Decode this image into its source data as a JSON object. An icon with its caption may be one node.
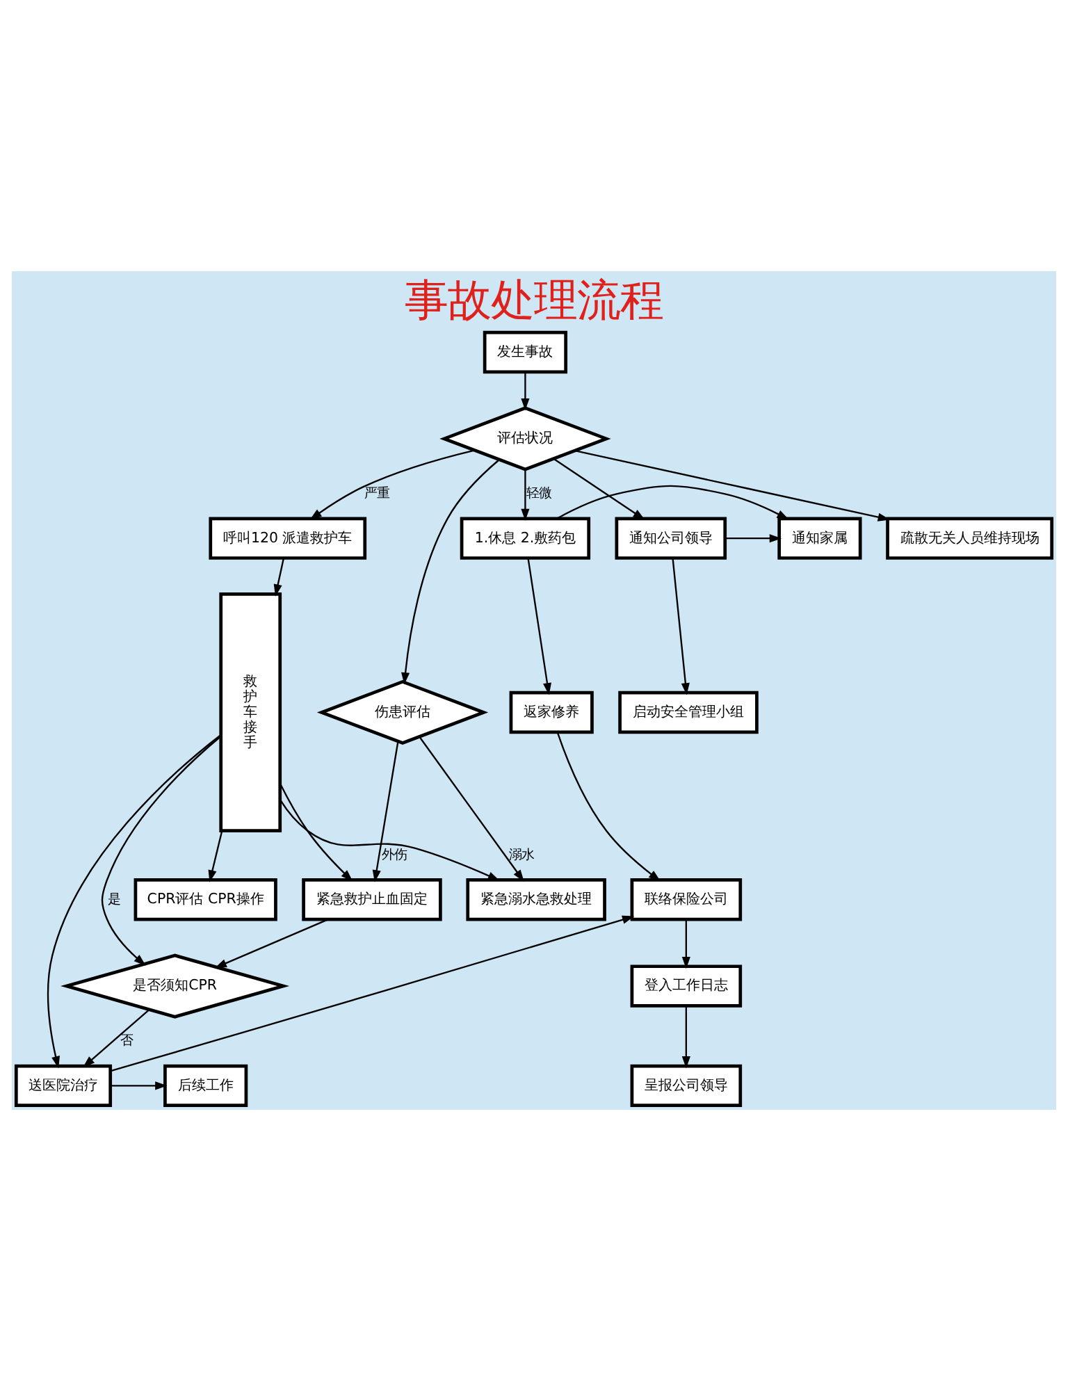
{
  "diagram": {
    "title": "事故处理流程",
    "nodes": [
      {
        "text": [
          "发生事故"
        ]
      },
      {
        "text": [
          "评估状况"
        ]
      },
      {
        "text": [
          "呼叫120 派遣救护车"
        ]
      },
      {
        "text": [
          "疏散无关人员维持现场"
        ]
      },
      {
        "text": [
          "伤患评估"
        ]
      },
      {
        "text": [
          "通知公司领导"
        ]
      },
      {
        "text": [
          "通知家属"
        ]
      },
      {
        "text": [
          "1.休息 2.敷药包"
        ]
      },
      {
        "text": [
          "启动安全管理小组"
        ]
      },
      {
        "text": [
          "返家修养"
        ]
      },
      {
        "text": [
          "联络保险公司"
        ]
      },
      {
        "text": [
          "登入工作日志"
        ]
      },
      {
        "text": [
          "呈报公司领导"
        ]
      },
      {
        "text": [
          "救护车接手"
        ]
      },
      {
        "text": [
          "紧急溺水急救处理"
        ]
      },
      {
        "text": [
          "紧急救护止血固定"
        ]
      },
      {
        "text": [
          "CPR评估 CPR操作"
        ]
      },
      {
        "text": [
          "是否须知CPR"
        ]
      },
      {
        "text": [
          "送医院治疗"
        ]
      },
      {
        "text": [
          "后续工作"
        ]
      }
    ],
    "edges": [
      {
        "from": 0,
        "to": 1,
        "arrow": "to"
      },
      {
        "from": 1,
        "to": 2,
        "arrow": "to",
        "label": "严重"
      },
      {
        "from": 1,
        "to": 3,
        "arrow": "to"
      },
      {
        "from": 1,
        "to": 4,
        "arrow": "to"
      },
      {
        "from": 1,
        "to": 5,
        "arrow": "to"
      },
      {
        "from": 1,
        "to": 7,
        "arrow": "to",
        "label": "轻微"
      },
      {
        "from": 5,
        "to": 6,
        "arrow": "to"
      },
      {
        "from": 7,
        "to": 6,
        "arrow": "to"
      },
      {
        "from": 5,
        "to": 8,
        "arrow": "to"
      },
      {
        "from": 7,
        "to": 9,
        "arrow": "to"
      },
      {
        "from": 9,
        "to": 10,
        "arrow": "to"
      },
      {
        "from": 10,
        "to": 11,
        "arrow": "to"
      },
      {
        "from": 11,
        "to": 12,
        "arrow": "to"
      },
      {
        "from": 2,
        "to": 13,
        "arrow": "to"
      },
      {
        "from": 4,
        "to": 14,
        "arrow": "to",
        "label": "溺水"
      },
      {
        "from": 4,
        "to": 15,
        "arrow": "to",
        "label": "外伤"
      },
      {
        "from": 13,
        "to": 14,
        "arrow": "to"
      },
      {
        "from": 13,
        "to": 15,
        "arrow": "to"
      },
      {
        "from": 13,
        "to": 16,
        "arrow": "to"
      },
      {
        "from": 13,
        "to": 17,
        "arrow": "to",
        "label": "是"
      },
      {
        "from": 13,
        "to": 18,
        "arrow": "to"
      },
      {
        "from": 15,
        "to": 17,
        "arrow": "to"
      },
      {
        "from": 17,
        "to": 18,
        "arrow": "to",
        "label": "否"
      },
      {
        "from": 18,
        "to": 19,
        "arrow": "to"
      },
      {
        "from": 18,
        "to": 10,
        "arrow": "to"
      }
    ]
  }
}
